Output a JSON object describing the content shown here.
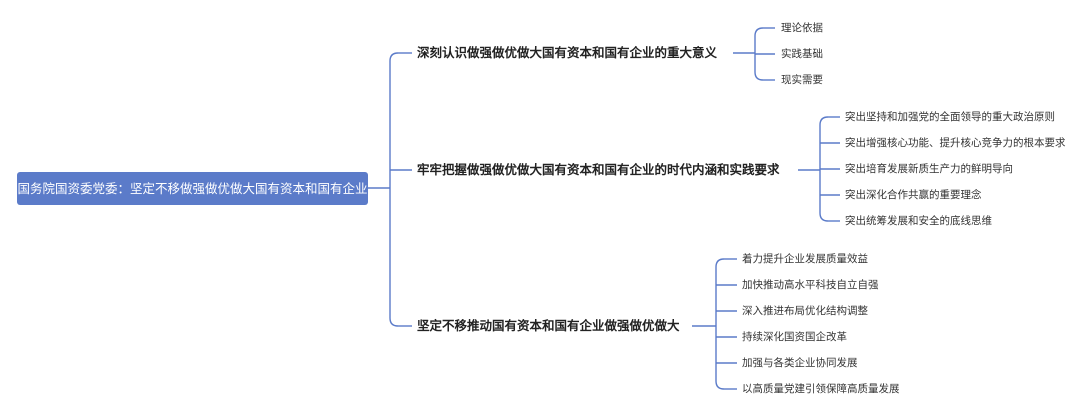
{
  "colors": {
    "root_fill": "#5b7bc9",
    "line": "#5b7bc9",
    "text": "#222222"
  },
  "root": {
    "label": "国务院国资委党委：坚定不移做强做优做大国有资本和国有企业"
  },
  "branches": [
    {
      "label": "深刻认识做强做优做大国有资本和国有企业的重大意义",
      "children": [
        "理论依据",
        "实践基础",
        "现实需要"
      ]
    },
    {
      "label": "牢牢把握做强做优做大国有资本和国有企业的时代内涵和实践要求",
      "children": [
        "突出坚持和加强党的全面领导的重大政治原则",
        "突出增强核心功能、提升核心竞争力的根本要求",
        "突出培育发展新质生产力的鲜明导向",
        "突出深化合作共赢的重要理念",
        "突出统筹发展和安全的底线思维"
      ]
    },
    {
      "label": "坚定不移推动国有资本和国有企业做强做优做大",
      "children": [
        "着力提升企业发展质量效益",
        "加快推动高水平科技自立自强",
        "深入推进布局优化结构调整",
        "持续深化国资国企改革",
        "加强与各类企业协同发展",
        "以高质量党建引领保障高质量发展"
      ]
    }
  ]
}
